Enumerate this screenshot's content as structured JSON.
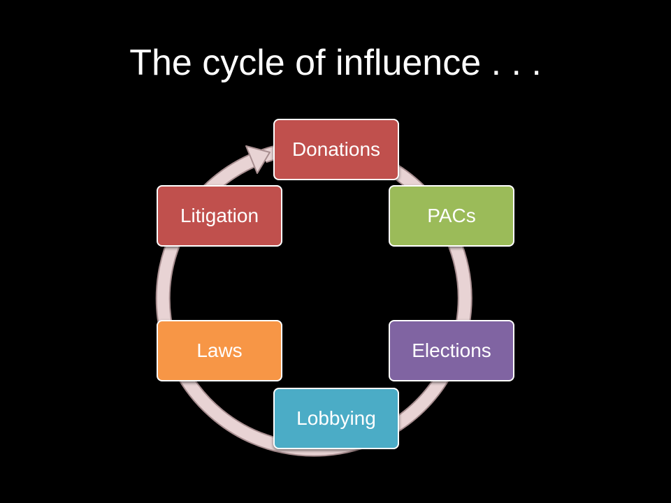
{
  "slide": {
    "title": "The cycle of influence . . ."
  },
  "cycle": {
    "ring_color": "#e8d3d4",
    "ring_edge_color": "#a88e90",
    "nodes": [
      {
        "id": "donations",
        "label": "Donations",
        "color": "#c0504d"
      },
      {
        "id": "pacs",
        "label": "PACs",
        "color": "#9bbb59"
      },
      {
        "id": "elections",
        "label": "Elections",
        "color": "#8064a2"
      },
      {
        "id": "lobbying",
        "label": "Lobbying",
        "color": "#4bacc6"
      },
      {
        "id": "laws",
        "label": "Laws",
        "color": "#f79646"
      },
      {
        "id": "litigation",
        "label": "Litigation",
        "color": "#c0504d"
      }
    ]
  }
}
